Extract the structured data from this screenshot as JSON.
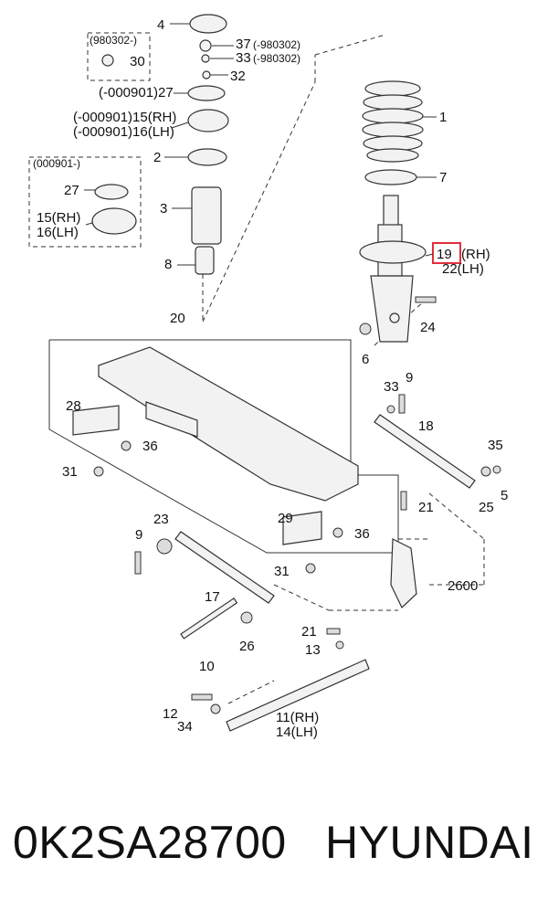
{
  "diagram": {
    "labels": {
      "n1": "1",
      "n2": "2",
      "n3": "3",
      "n4": "4",
      "n5": "5",
      "n6": "6",
      "n7": "7",
      "n8": "8",
      "n9a": "9",
      "n9b": "9",
      "n10": "10",
      "n11": "11(RH)",
      "n12": "12",
      "n13": "13",
      "n14": "14(LH)",
      "n15a": "(-000901)15(RH)",
      "n16a": "(-000901)16(LH)",
      "n15b": "15(RH)",
      "n16b": "16(LH)",
      "n17": "17",
      "n18": "18",
      "n19": "19",
      "n19rh": "(RH)",
      "n22": "22(LH)",
      "n20": "20",
      "n21a": "21",
      "n21b": "21",
      "n23": "23",
      "n24": "24",
      "n25": "25",
      "n26": "26",
      "n27a": "(-000901)27",
      "n27b": "27",
      "n28": "28",
      "n29": "29",
      "n30": "30",
      "n31a": "31",
      "n31b": "31",
      "n32": "32",
      "n33a": "33",
      "n33b": "33",
      "n33c": "(-980302)",
      "n34": "34",
      "n35": "35",
      "n36a": "36",
      "n36b": "36",
      "n37": "37",
      "n37c": "(-980302)",
      "n2600": "2600",
      "box1_date": "(980302-)",
      "box2_date": "(000901-)"
    },
    "highlight_color": "#e0303a"
  },
  "footer": {
    "part_number": "0K2SA28700",
    "brand": "HYUNDAI"
  }
}
